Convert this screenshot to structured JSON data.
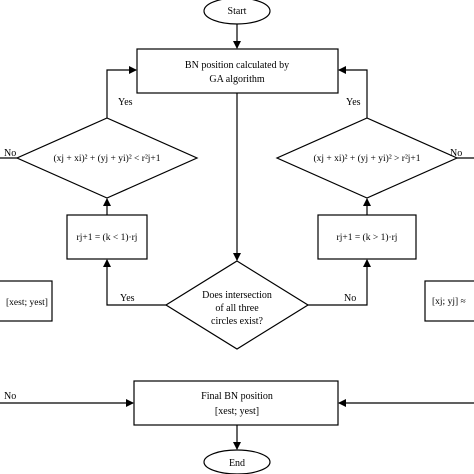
{
  "start": {
    "label": "Start"
  },
  "end": {
    "label": "End"
  },
  "bn_box": {
    "line1": "BN position calculated by",
    "line2": "GA algorithm"
  },
  "decision_center": {
    "line1": "Does intersection",
    "line2": "of all three",
    "line3": "circles exist?"
  },
  "decision_left": {
    "formula": "(xj + xi)² + (yj + yi)² < r²j+1"
  },
  "decision_right": {
    "formula": "(xj + xi)² + (yj + yi)² > r²j+1"
  },
  "update_left": {
    "formula": "rj+1 = (k < 1)·rj"
  },
  "update_right": {
    "formula": "rj+1 = (k > 1)·rj"
  },
  "estimate_left": {
    "formula": "[xest; yest]"
  },
  "estimate_right": {
    "formula": "[xj; yj] ≈"
  },
  "final_box": {
    "line1": "Final BN position",
    "line2": "[xest; yest]"
  },
  "labels": {
    "yes_left_top": "Yes",
    "yes_right_top": "Yes",
    "yes_left_bottom": "Yes",
    "no_right_bottom": "No",
    "no_left": "No",
    "no_right": "No",
    "no_bottom_left": "No"
  }
}
